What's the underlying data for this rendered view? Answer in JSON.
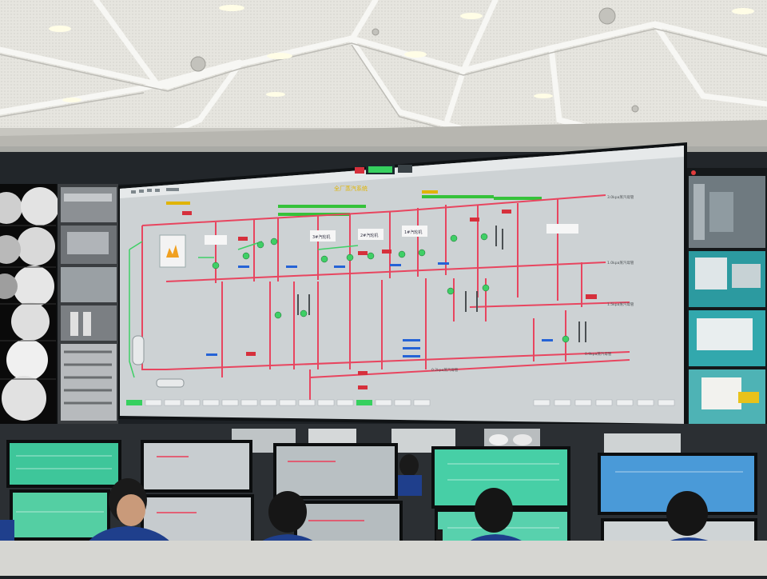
{
  "scene": {
    "description_free": true,
    "main_display": {
      "title": "全厂蒸汽系统",
      "pressure_mains": [
        {
          "label": "3.0kpa蒸汽母管",
          "side": "right"
        },
        {
          "label": "1.0kpa蒸汽母管",
          "side": "right"
        },
        {
          "label": "1.5kpa蒸汽母管",
          "side": "right"
        },
        {
          "label": "0.2kpa蒸汽母管",
          "side": "center"
        },
        {
          "label": "0.9kpa蒸汽母管",
          "side": "right"
        }
      ],
      "unit_boxes": [
        {
          "label": "3#汽轮机"
        },
        {
          "label": "2#汽轮机"
        },
        {
          "label": "1#汽轮机"
        },
        {
          "label": ""
        },
        {
          "label": ""
        }
      ],
      "nav_tabs_count": 24,
      "right_tabs_count": 8
    },
    "colors": {
      "hmi_bg": "#ccd1d3",
      "pipe_red": "#e8455f",
      "pipe_green": "#3fcf66",
      "label_green": "#35c23a",
      "label_yellow": "#e0b400",
      "label_blue": "#2563d6",
      "ceiling": "#e9e8e3",
      "uniform": "#1f3f8c"
    },
    "operators_count": 5,
    "desk_monitors_count": 10
  }
}
